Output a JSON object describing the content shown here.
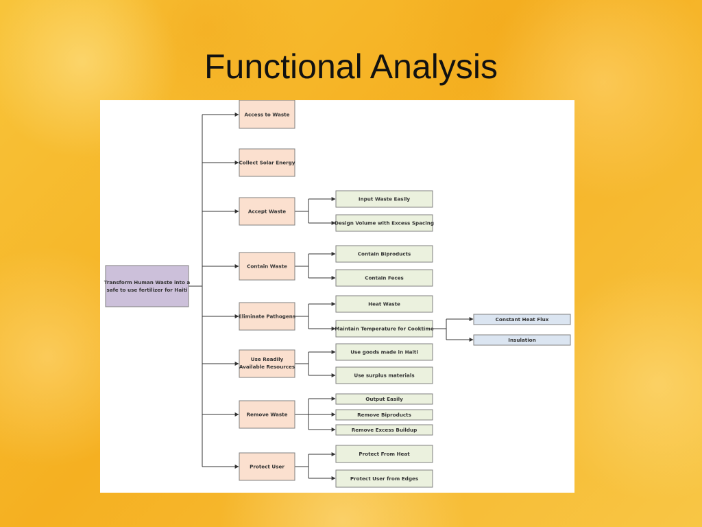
{
  "slide": {
    "title": "Functional Analysis"
  },
  "diagram": {
    "root": {
      "line1": "Transform Human Waste into a",
      "line2": "safe to use fertilizer for Haiti"
    },
    "functions": [
      {
        "label": "Access to Waste"
      },
      {
        "label": "Collect Solar Energy"
      },
      {
        "label": "Accept Waste"
      },
      {
        "label": "Contain Waste"
      },
      {
        "label": "Eliminate Pathogens"
      },
      {
        "line1": "Use Readily",
        "line2": "Available Resources"
      },
      {
        "label": "Remove Waste"
      },
      {
        "label": "Protect User"
      }
    ],
    "subfunctions": [
      {
        "label": "Input Waste Easily"
      },
      {
        "label": "Design Volume with Excess Spacing"
      },
      {
        "label": "Contain Biproducts"
      },
      {
        "label": "Contain Feces"
      },
      {
        "label": "Heat Waste"
      },
      {
        "label": "Maintain Temperature for Cooktime"
      },
      {
        "label": "Use goods made in Haiti"
      },
      {
        "label": "Use surplus materials"
      },
      {
        "label": "Output Easily"
      },
      {
        "label": "Remove Biproducts"
      },
      {
        "label": "Remove Excess Buildup"
      },
      {
        "label": "Protect From Heat"
      },
      {
        "label": "Protect User from Edges"
      }
    ],
    "leaves": [
      {
        "label": "Constant Heat Flux"
      },
      {
        "label": "Insulation"
      }
    ],
    "colors": {
      "root_fill": "#ccc0da",
      "function_fill": "#fbe0cf",
      "subfunction_fill": "#ebf1de",
      "leaf_fill": "#dbe5f1",
      "connector": "#333333"
    }
  }
}
